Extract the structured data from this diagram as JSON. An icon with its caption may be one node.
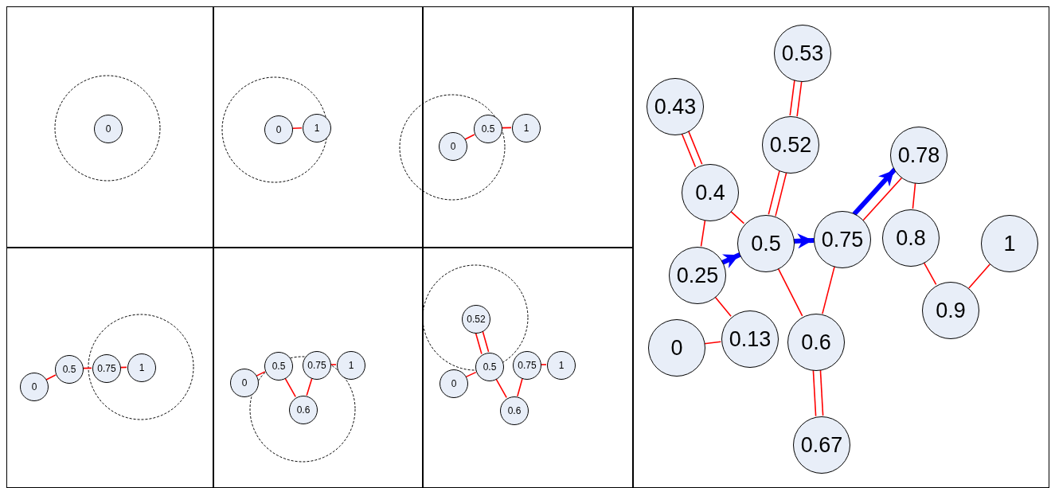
{
  "diagram": {
    "nodes": [
      {
        "text": [],
        "shape": "box"
      },
      {
        "text": [
          "0"
        ],
        "in": 0
      },
      {
        "text": [],
        "shape": "box"
      },
      {
        "text": [
          "0"
        ],
        "in": 2
      },
      {
        "text": [
          "1"
        ],
        "in": 2
      },
      {
        "text": [],
        "shape": "box"
      },
      {
        "text": [
          "0"
        ],
        "in": 5
      },
      {
        "text": [
          "0.5"
        ],
        "in": 5
      },
      {
        "text": [
          "1"
        ],
        "in": 5
      },
      {
        "text": [],
        "shape": "box"
      },
      {
        "text": [
          "0"
        ],
        "in": 9
      },
      {
        "text": [
          "0.5"
        ],
        "in": 9
      },
      {
        "text": [
          "0.75"
        ],
        "in": 9
      },
      {
        "text": [
          "1"
        ],
        "in": 9
      },
      {
        "text": [],
        "shape": "box"
      },
      {
        "text": [
          "0"
        ],
        "in": 14
      },
      {
        "text": [
          "0.5"
        ],
        "in": 14
      },
      {
        "text": [
          "0.75"
        ],
        "in": 14
      },
      {
        "text": [
          "1"
        ],
        "in": 14
      },
      {
        "text": [
          "0.6"
        ],
        "in": 14
      },
      {
        "text": [],
        "shape": "box"
      },
      {
        "text": [
          "0.52"
        ],
        "in": 20
      },
      {
        "text": [
          "0"
        ],
        "in": 20
      },
      {
        "text": [
          "0.5"
        ],
        "in": 20
      },
      {
        "text": [
          "0.75"
        ],
        "in": 20
      },
      {
        "text": [
          "1"
        ],
        "in": 20
      },
      {
        "text": [
          "0.6"
        ],
        "in": 20
      },
      {
        "text": [],
        "shape": "box"
      },
      {
        "text": [
          "0.53"
        ],
        "in": 27
      },
      {
        "text": [
          "0.43"
        ],
        "in": 27
      },
      {
        "text": [
          "0.52"
        ],
        "in": 27
      },
      {
        "text": [
          "0.78"
        ],
        "in": 27
      },
      {
        "text": [
          "0.4"
        ],
        "in": 27
      },
      {
        "text": [
          "0.5"
        ],
        "in": 27
      },
      {
        "text": [
          "0.75"
        ],
        "in": 27
      },
      {
        "text": [
          "0.8"
        ],
        "in": 27
      },
      {
        "text": [
          "1"
        ],
        "in": 27
      },
      {
        "text": [
          "0.25"
        ],
        "in": 27
      },
      {
        "text": [
          "0.9"
        ],
        "in": 27
      },
      {
        "text": [
          "0"
        ],
        "in": 27
      },
      {
        "text": [
          "0.13"
        ],
        "in": 27
      },
      {
        "text": [
          "0.6"
        ],
        "in": 27
      },
      {
        "text": [
          "0.67"
        ],
        "in": 27
      }
    ],
    "edges": [
      {
        "from": 3,
        "to": 4,
        "arrow": "none"
      },
      {
        "from": 6,
        "to": 7,
        "arrow": "none"
      },
      {
        "from": 7,
        "to": 8,
        "arrow": "none"
      },
      {
        "from": 10,
        "to": 11,
        "arrow": "none"
      },
      {
        "from": 11,
        "to": 12,
        "arrow": "none"
      },
      {
        "from": 12,
        "to": 13,
        "arrow": "none"
      },
      {
        "from": 15,
        "to": 16,
        "arrow": "none"
      },
      {
        "from": 16,
        "to": 19,
        "arrow": "none"
      },
      {
        "from": 19,
        "to": 17,
        "arrow": "none"
      },
      {
        "from": 17,
        "to": 18,
        "arrow": "none"
      },
      {
        "from": 21,
        "to": 23,
        "arrow": "none"
      },
      {
        "from": 21,
        "to": 23,
        "arrow": "none"
      },
      {
        "from": 22,
        "to": 23,
        "arrow": "none"
      },
      {
        "from": 23,
        "to": 26,
        "arrow": "none"
      },
      {
        "from": 26,
        "to": 24,
        "arrow": "none"
      },
      {
        "from": 24,
        "to": 25,
        "arrow": "none"
      },
      {
        "from": 28,
        "to": 30,
        "arrow": "none"
      },
      {
        "from": 28,
        "to": 30,
        "arrow": "none"
      },
      {
        "from": 29,
        "to": 32,
        "arrow": "none"
      },
      {
        "from": 29,
        "to": 32,
        "arrow": "none"
      },
      {
        "from": 30,
        "to": 33,
        "arrow": "none"
      },
      {
        "from": 30,
        "to": 33,
        "arrow": "none"
      },
      {
        "from": 32,
        "to": 37,
        "arrow": "none"
      },
      {
        "from": 32,
        "to": 33,
        "arrow": "none"
      },
      {
        "from": 37,
        "to": 40,
        "arrow": "none"
      },
      {
        "from": 39,
        "to": 40,
        "arrow": "none"
      },
      {
        "from": 33,
        "to": 41,
        "arrow": "none"
      },
      {
        "from": 34,
        "to": 41,
        "arrow": "none"
      },
      {
        "from": 41,
        "to": 42,
        "arrow": "none"
      },
      {
        "from": 41,
        "to": 42,
        "arrow": "none"
      },
      {
        "from": 34,
        "to": 31,
        "arrow": "none"
      },
      {
        "from": 31,
        "to": 35,
        "arrow": "none"
      },
      {
        "from": 35,
        "to": 38,
        "arrow": "none"
      },
      {
        "from": 38,
        "to": 36,
        "arrow": "none"
      },
      {
        "from": 37,
        "to": 33,
        "arrow": "to",
        "style": "thick",
        "color": "#0000ff"
      },
      {
        "from": 33,
        "to": 34,
        "arrow": "to",
        "style": "thick",
        "color": "#0000ff"
      },
      {
        "from": 34,
        "to": 31,
        "arrow": "to",
        "style": "thick",
        "color": "#0000ff"
      }
    ]
  }
}
